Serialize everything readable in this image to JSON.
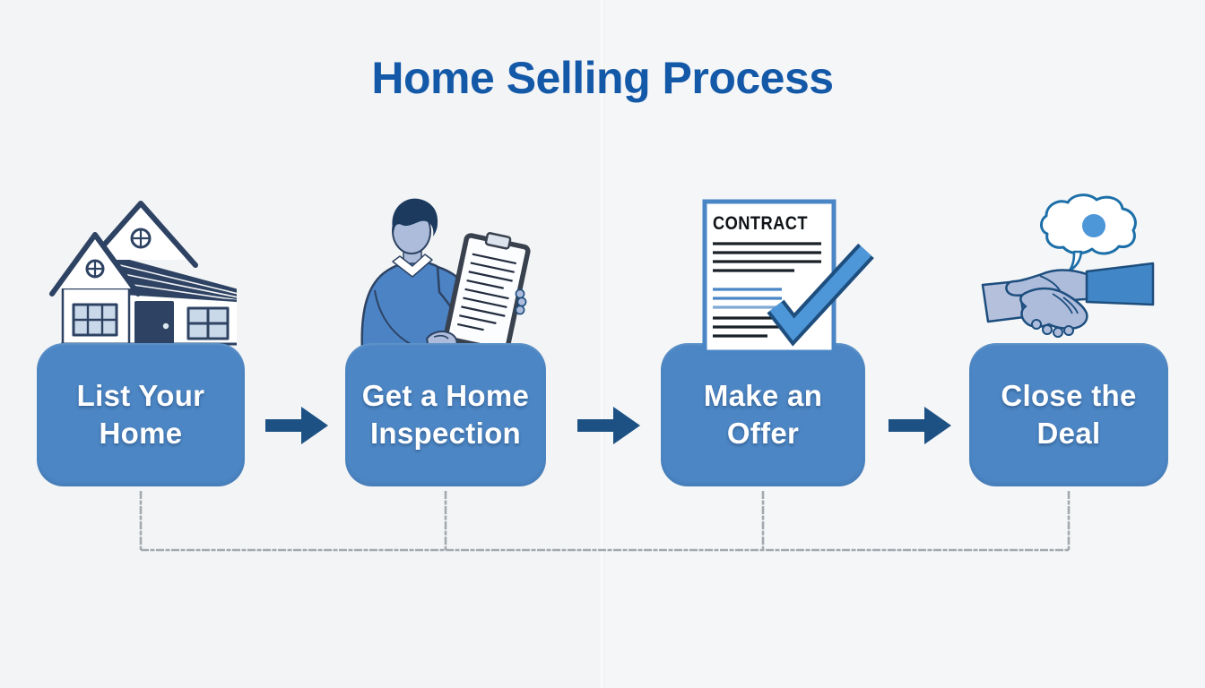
{
  "title": "Home Selling Process",
  "steps": [
    {
      "id": "list-your-home",
      "label": "List Your\nHome",
      "icon": "house-icon"
    },
    {
      "id": "get-a-home-inspection",
      "label": "Get a Home\nInspection",
      "icon": "inspector-clipboard-icon"
    },
    {
      "id": "make-an-offer",
      "label": "Make an\nOffer",
      "icon": "contract-checkmark-icon",
      "document_title": "CONTRACT"
    },
    {
      "id": "close-the-deal",
      "label": "Close the\nDeal",
      "icon": "handshake-icon"
    }
  ],
  "colors": {
    "background": "#f3f4f6",
    "title_blue": "#1459a8",
    "box_blue": "#4c86c4",
    "box_text": "#ffffff",
    "arrow_navy": "#1d5183",
    "connector_gray": "#9aa1a8",
    "icon_navy": "#2e4363",
    "icon_skin": "#aebcdc",
    "icon_light_blue_fill": "#c9d9ea",
    "check_blue": "#4d96d8",
    "paper_border_blue": "#4a86c6",
    "cloud_outline_blue": "#1c6fa8",
    "left_sleeve": "#b4c0dc",
    "right_sleeve_blue": "#4187c7",
    "sweater_blue": "#4b83c5",
    "hand_outline": "#1d4e7e",
    "line_black": "#1a2028"
  }
}
